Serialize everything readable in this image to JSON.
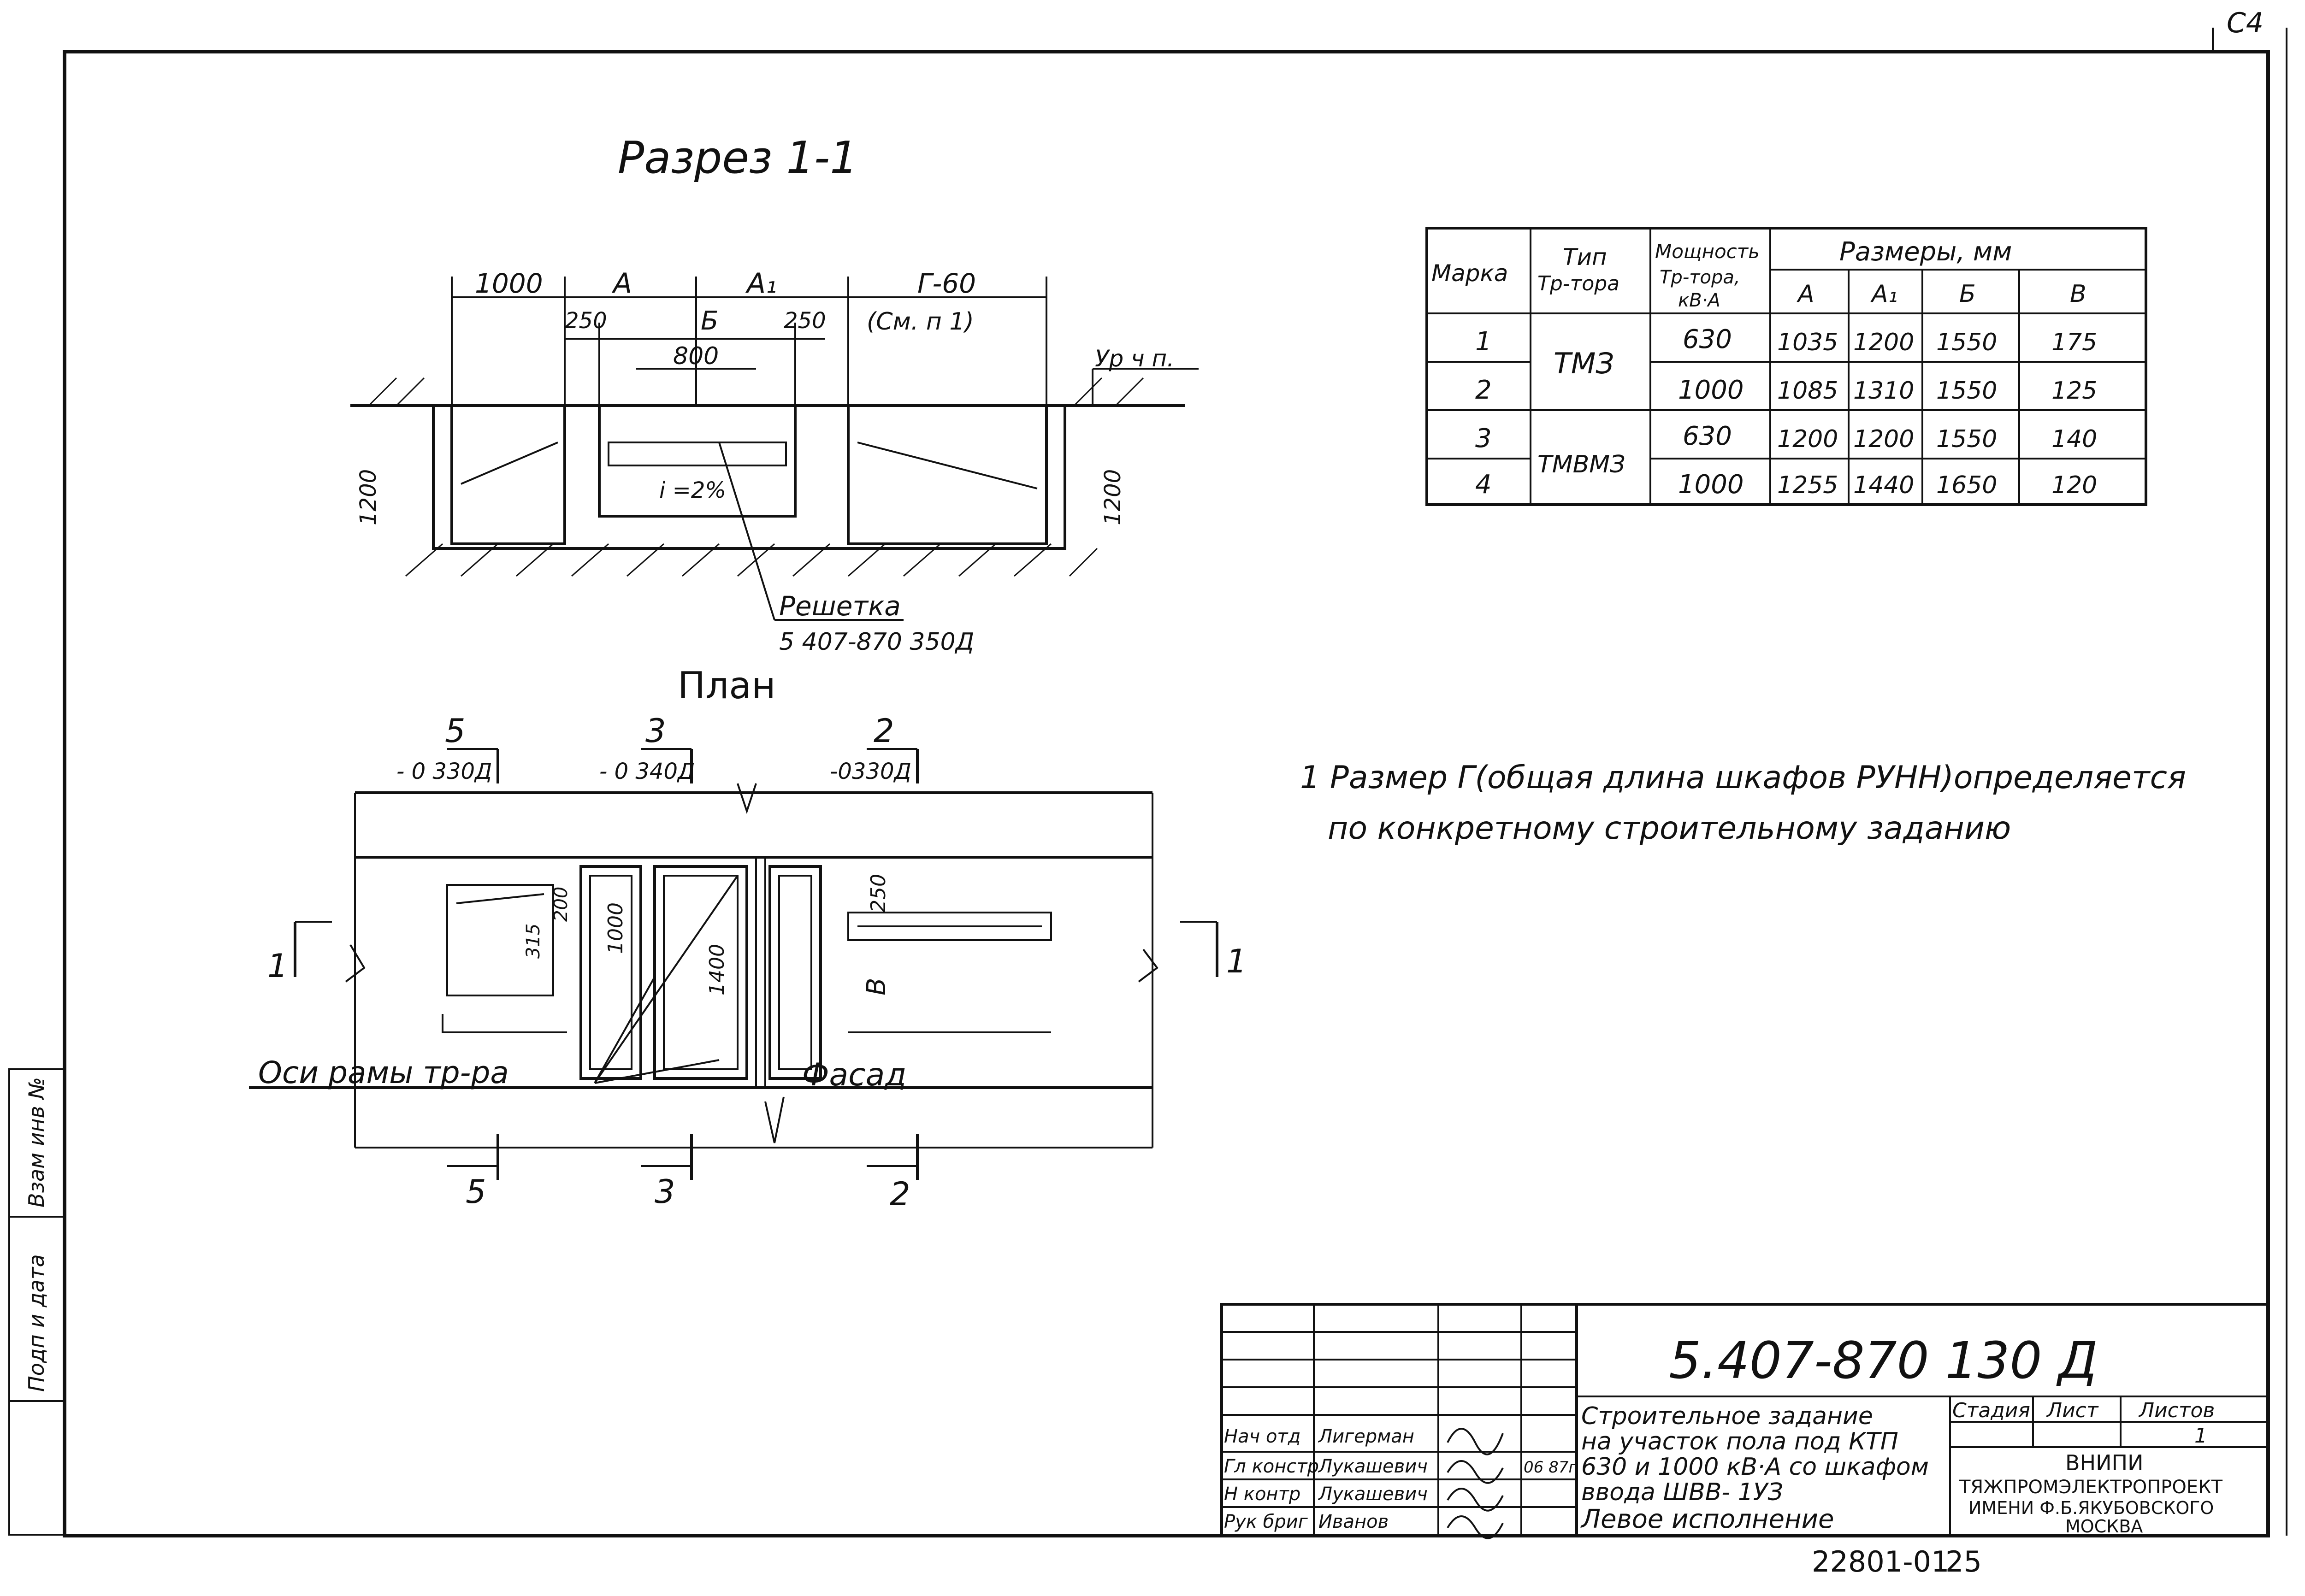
{
  "sheet_corner": "С4",
  "section_title": "Разрез 1-1",
  "plan_title": "План",
  "section": {
    "dims_top": [
      "1000",
      "А",
      "А₁",
      "Г-60"
    ],
    "dims_mid": [
      "250",
      "Б",
      "250"
    ],
    "see_note": "(См. п 1)",
    "dim_800": "800",
    "floor_level": "Ур ч п.",
    "depth_left": "1200",
    "depth_right": "1200",
    "slope": "i =2%",
    "grate_label": "Решетка",
    "grate_ref": "5 407-870 350Д"
  },
  "plan": {
    "cut_marks_top": [
      {
        "num": "5",
        "ref": "- 0 330Д"
      },
      {
        "num": "3",
        "ref": "- 0 340Д"
      },
      {
        "num": "2",
        "ref": "-0330Д"
      }
    ],
    "cut_marks_bottom": [
      "5",
      "3",
      "2"
    ],
    "section_marks": [
      "1",
      "1"
    ],
    "dims": [
      "315",
      "200",
      "1000",
      "1400",
      "250",
      "В"
    ],
    "axes_label": "Оси рамы тр-ра",
    "facade_label": "Фасад"
  },
  "table": {
    "headers": {
      "mark": "Марка",
      "type": [
        "Тип",
        "Тр-тора"
      ],
      "power": [
        "Мощность",
        "Тр-тора,",
        "кВ·А"
      ],
      "sizes": "Размеры, мм",
      "sub": [
        "А",
        "А₁",
        "Б",
        "В"
      ]
    },
    "rows": [
      {
        "mark": "1",
        "power": "630",
        "a": "1035",
        "a1": "1200",
        "b": "1550",
        "v": "175"
      },
      {
        "mark": "2",
        "power": "1000",
        "a": "1085",
        "a1": "1310",
        "b": "1550",
        "v": "125"
      },
      {
        "mark": "3",
        "power": "630",
        "a": "1200",
        "a1": "1200",
        "b": "1550",
        "v": "140"
      },
      {
        "mark": "4",
        "power": "1000",
        "a": "1255",
        "a1": "1440",
        "b": "1650",
        "v": "120"
      }
    ],
    "types": [
      "ТМЗ",
      "ТМВМЗ"
    ]
  },
  "note": {
    "line1": "1 Размер Г(общая длина шкафов РУНН)определяется",
    "line2": "по конкретному строительному заданию"
  },
  "stamp": {
    "code": "5.407-870 130 Д",
    "title_lines": [
      "Строительное задание",
      "на участок пола под КТП",
      "630 и 1000 кВ·А со шкафом",
      "ввода ШВВ- 1УЗ",
      "Левое исполнение"
    ],
    "stage_header": "Стадия",
    "sheet_header": "Лист",
    "sheets_header": "Листов",
    "sheets_value": "1",
    "roles": [
      {
        "role": "Нач отд",
        "name": "Лигерман"
      },
      {
        "role": "Гл констр",
        "name": "Лукашевич"
      },
      {
        "role": "Н контр",
        "name": "Лукашевич"
      },
      {
        "role": "Рук бриг",
        "name": "Иванов"
      }
    ],
    "date": "06 87г",
    "org": [
      "ВНИПИ",
      "ТЯЖПРОМЭЛЕКТРОПРОЕКТ",
      "ИМЕНИ Ф.Б.ЯКУБОВСКОГО",
      "МОСКВА"
    ],
    "bottom_code": "22801-01",
    "page": "25"
  },
  "side_labels": [
    "Взам инв №",
    "Подп и дата"
  ]
}
